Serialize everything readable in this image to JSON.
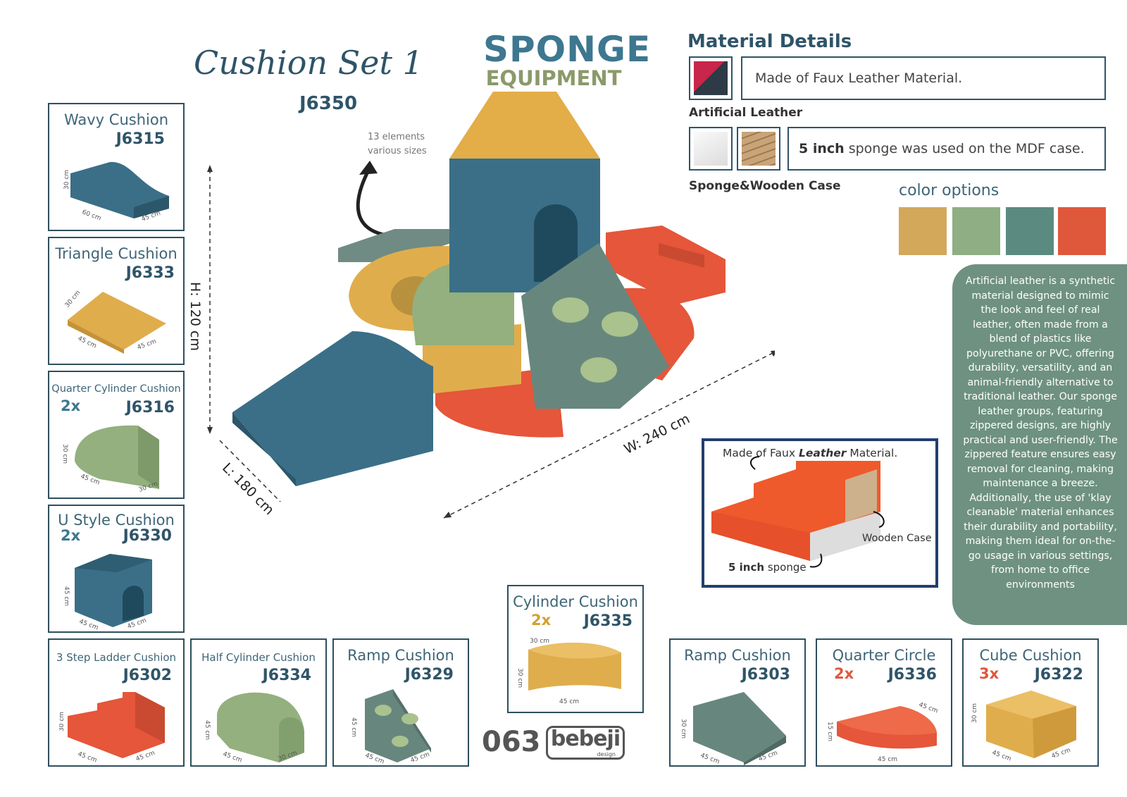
{
  "header": {
    "title_script": "Cushion Set 1",
    "set_code": "J6350",
    "brand_top": "SPONGE",
    "brand_bottom": "EQUIPMENT"
  },
  "main_figure": {
    "elements_note": "13 elements various sizes",
    "height_label": "H: 120 cm",
    "length_label": "L: 180 cm",
    "width_label": "W: 240 cm"
  },
  "material": {
    "heading": "Material Details",
    "leather_text": "Made of Faux Leather Material.",
    "leather_label": "Artificial Leather",
    "sponge_text_bold": "5 inch",
    "sponge_text_rest": " sponge was used on the MDF case.",
    "sponge_label": "Sponge&Wooden Case"
  },
  "color_options": {
    "label": "color options",
    "swatches": [
      "#d4a85a",
      "#8fae84",
      "#5b8a80",
      "#e0583b"
    ]
  },
  "description": "Artificial leather is a synthetic material designed to mimic the look and feel of real leather, often made from a blend of plastics like polyurethane or PVC, offering durability, versatility, and an animal-friendly alternative to traditional leather. Our sponge leather groups, featuring zippered designs, are highly practical and user-friendly. The zippered feature ensures easy removal for cleaning, making maintenance a breeze. Additionally, the use of 'klay cleanable' material enhances their durability and portability, making them ideal for on-the-go usage in various settings, from home to office environments",
  "detail_inset": {
    "top_pre": "Made of Faux ",
    "top_bold": "Leather",
    "top_post": " Material.",
    "wooden": "Wooden Case",
    "sponge_bold": "5 inch",
    "sponge_rest": " sponge"
  },
  "products": [
    {
      "name": "Wavy Cushion",
      "code": "J6315",
      "qty": "",
      "dims": [
        "30 cm",
        "60 cm",
        "45 cm"
      ]
    },
    {
      "name": "Triangle Cushion",
      "code": "J6333",
      "qty": "",
      "dims": [
        "30 cm",
        "45 cm",
        "45 cm"
      ]
    },
    {
      "name": "Quarter Cylinder Cushion",
      "code": "J6316",
      "qty": "2x",
      "dims": [
        "30 cm",
        "45 cm",
        "30 cm"
      ]
    },
    {
      "name": "U Style Cushion",
      "code": "J6330",
      "qty": "2x",
      "dims": [
        "45 cm",
        "45 cm",
        "45 cm"
      ]
    },
    {
      "name": "3 Step Ladder Cushion",
      "code": "J6302",
      "qty": "",
      "dims": [
        "30 cm",
        "45 cm",
        "45 cm"
      ]
    },
    {
      "name": "Half Cylinder Cushion",
      "code": "J6334",
      "qty": "",
      "dims": [
        "45 cm",
        "45 cm",
        "30 cm"
      ]
    },
    {
      "name": "Ramp Cushion",
      "code": "J6329",
      "qty": "",
      "dims": [
        "45 cm",
        "45 cm",
        "45 cm"
      ]
    },
    {
      "name": "Cylinder Cushion",
      "code": "J6335",
      "qty": "2x",
      "dims": [
        "30 cm",
        "30 cm",
        "45 cm"
      ]
    },
    {
      "name": "Ramp Cushion",
      "code": "J6303",
      "qty": "",
      "dims": [
        "30 cm",
        "45 cm",
        "45 cm"
      ]
    },
    {
      "name": "Quarter Circle",
      "code": "J6336",
      "qty": "2x",
      "dims": [
        "15 cm",
        "45 cm",
        "45 cm"
      ]
    },
    {
      "name": "Cube Cushion",
      "code": "J6322",
      "qty": "3x",
      "dims": [
        "30 cm",
        "45 cm",
        "45 cm"
      ]
    }
  ],
  "footer": {
    "page_number": "063",
    "logo_text": "bebeji",
    "logo_sub": "design"
  }
}
